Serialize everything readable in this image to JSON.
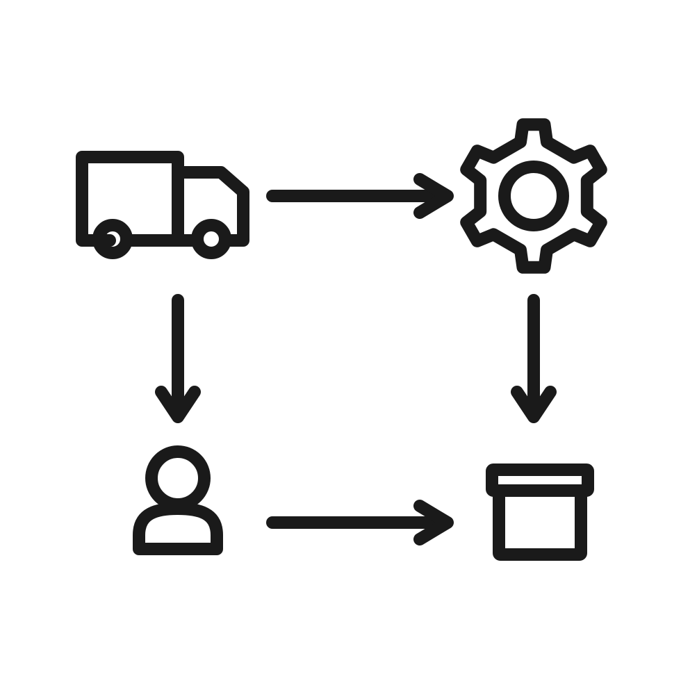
{
  "colors": {
    "background": "#ffffff",
    "stroke": "#1a1a1a"
  },
  "diagram": {
    "nodes": [
      {
        "id": "truck",
        "icon": "truck-icon"
      },
      {
        "id": "gear",
        "icon": "gear-icon"
      },
      {
        "id": "person",
        "icon": "person-icon"
      },
      {
        "id": "box",
        "icon": "box-icon"
      }
    ],
    "edges": [
      {
        "from": "truck",
        "to": "gear"
      },
      {
        "from": "truck",
        "to": "person"
      },
      {
        "from": "gear",
        "to": "box"
      },
      {
        "from": "person",
        "to": "box"
      }
    ]
  }
}
